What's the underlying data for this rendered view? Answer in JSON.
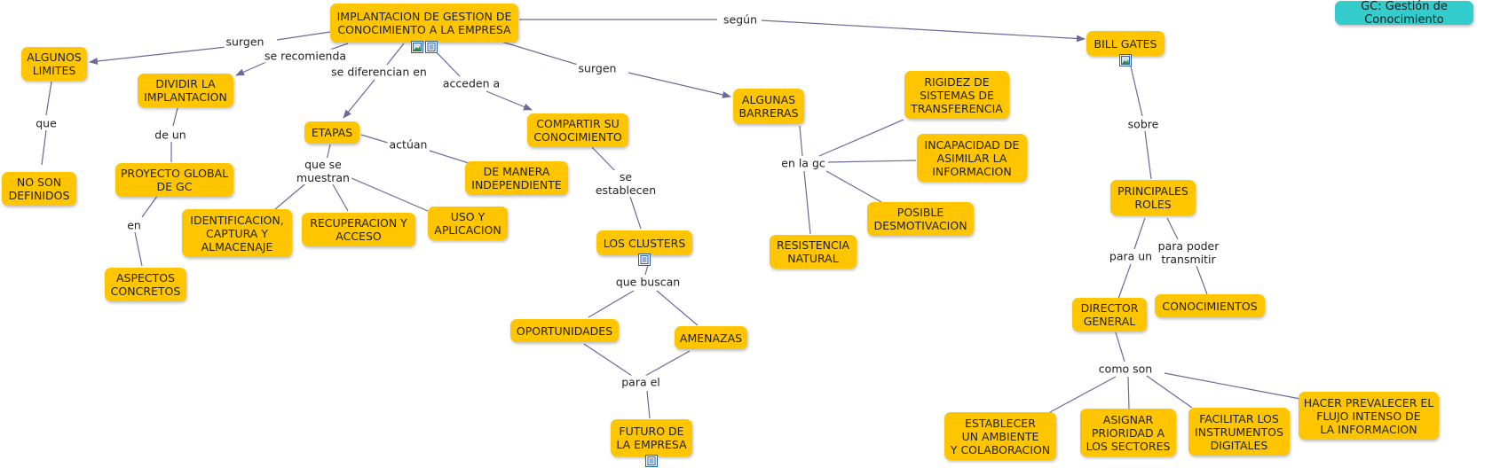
{
  "legend": "GC: Gestión de Conocimiento",
  "colors": {
    "concept": "#ffc600",
    "legend": "#33cccc",
    "link": "#6a6a99",
    "badge_border": "#2b5ea8"
  },
  "concepts": {
    "implantacion": "IMPLANTACION DE GESTION DE\nCONOCIMIENTO A LA EMPRESA",
    "bill_gates": "BILL GATES",
    "algunos_limites": "ALGUNOS\nLIMITES",
    "no_son_definidos": "NO SON\nDEFINIDOS",
    "dividir": "DIVIDIR LA\nIMPLANTACION",
    "proyecto_global": "PROYECTO GLOBAL\nDE GC",
    "aspectos": "ASPECTOS\nCONCRETOS",
    "etapas": "ETAPAS",
    "de_manera": "DE MANERA\nINDEPENDIENTE",
    "identificacion": "IDENTIFICACION,\nCAPTURA Y\nALMACENAJE",
    "recuperacion": "RECUPERACION Y\nACCESO",
    "uso": "USO Y\nAPLICACION",
    "compartir": "COMPARTIR SU\nCONOCIMIENTO",
    "los_clusters": "LOS CLUSTERS",
    "oportunidades": "OPORTUNIDADES",
    "amenazas": "AMENAZAS",
    "futuro": "FUTURO DE\nLA EMPRESA",
    "algunas_barreras": "ALGUNAS\nBARRERAS",
    "rigidez": "RIGIDEZ DE\nSISTEMAS DE\nTRANSFERENCIA",
    "incapacidad": "INCAPACIDAD DE\nASIMILAR LA\nINFORMACION",
    "posible": "POSIBLE\nDESMOTIVACION",
    "resistencia": "RESISTENCIA\nNATURAL",
    "principales_roles": "PRINCIPALES\nROLES",
    "director_general": "DIRECTOR\nGENERAL",
    "conocimientos": "CONOCIMIENTOS",
    "establecer": "ESTABLECER\nUN AMBIENTE\nY COLABORACION",
    "asignar": "ASIGNAR\nPRIORIDAD A\nLOS SECTORES",
    "facilitar": "FACILITAR LOS\nINSTRUMENTOS\nDIGITALES",
    "hacer_prevalecer": "HACER PREVALECER EL\nFLUJO INTENSO DE\nLA INFORMACION"
  },
  "linking_phrases": {
    "segun": "según",
    "surgen_1": "surgen",
    "se_recomienda": "se recomienda",
    "se_diferencian_en": "se diferencian en",
    "acceden_a": "acceden a",
    "surgen_2": "surgen",
    "que": "que",
    "de_un": "de un",
    "en": "en",
    "actuan": "actúan",
    "que_se_muestran": "que se\nmuestran",
    "se_establecen": "se\nestablecen",
    "que_buscan": "que buscan",
    "para_el": "para el",
    "en_la_gc": "en la gc",
    "sobre": "sobre",
    "para_un": "para un",
    "para_poder_transmitir": "para poder\ntransmitir",
    "como_son": "como son"
  },
  "resource_icons": {
    "implantacion": [
      "image-resource-icon",
      "document-resource-icon"
    ],
    "bill_gates": [
      "image-resource-icon"
    ],
    "los_clusters": [
      "document-resource-icon"
    ],
    "futuro": [
      "document-resource-icon"
    ]
  }
}
